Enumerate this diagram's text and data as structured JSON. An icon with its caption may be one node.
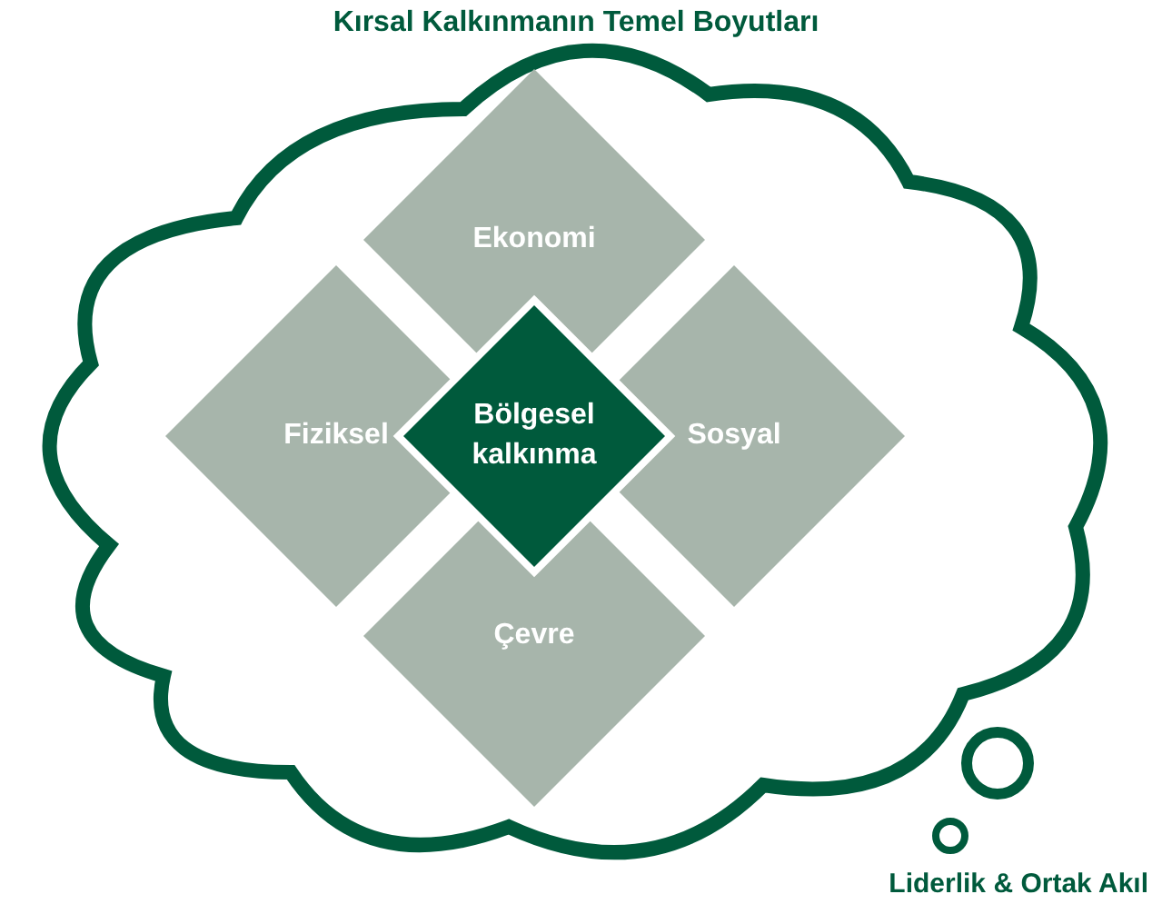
{
  "diagram": {
    "title": "Kırsal Kalkınmanın Temel Boyutları",
    "nodes": [
      {
        "text": [],
        "shape": "cloud"
      },
      {
        "text": [
          "Ekonomi"
        ],
        "in": 0
      },
      {
        "text": [
          "Fiziksel"
        ],
        "in": 0
      },
      {
        "text": [
          "Sosyal"
        ],
        "in": 0
      },
      {
        "text": [
          "Çevre"
        ],
        "in": 0
      },
      {
        "text": [
          "Bölgesel kalkınma"
        ],
        "in": 0
      }
    ],
    "edges": [],
    "labels": [
      "Liderlik & Ortak Akıl"
    ]
  }
}
